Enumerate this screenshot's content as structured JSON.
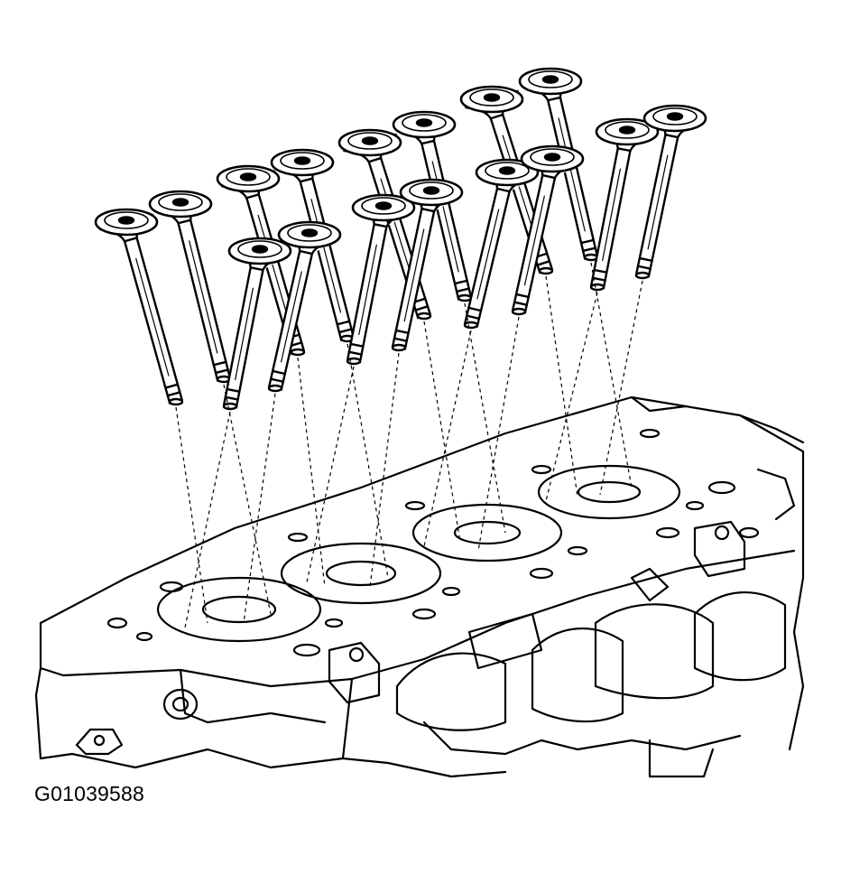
{
  "figure": {
    "id_label": "G01039588"
  },
  "colors": {
    "ink": "#000000",
    "paper": "#ffffff"
  },
  "valves": {
    "count": 16,
    "row_count": 2,
    "per_row": 8
  }
}
